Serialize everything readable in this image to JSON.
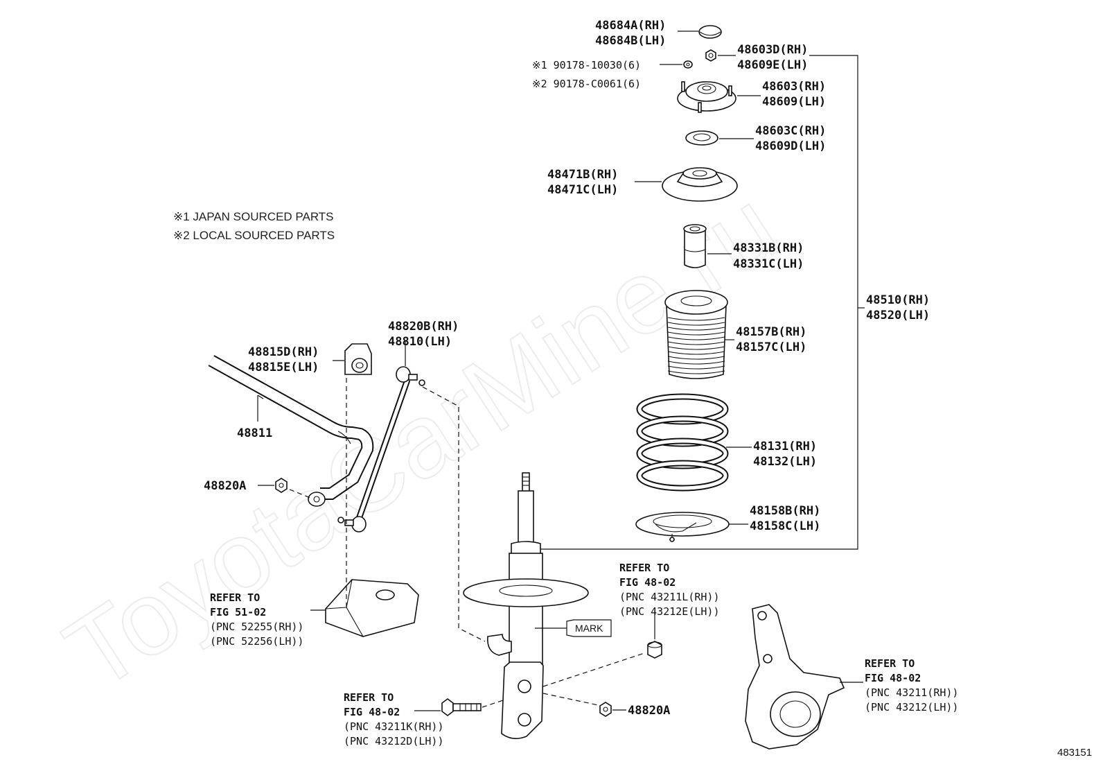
{
  "watermark": "ToyotaCarMine.ru",
  "figure_number": "483151",
  "notes": [
    "※1  JAPAN SOURCED PARTS",
    "※2  LOCAL SOURCED PARTS"
  ],
  "labels": {
    "p48684a": [
      "48684A(RH)",
      "48684B(LH)"
    ],
    "p48603d": [
      "48603D(RH)",
      "48609E(LH)"
    ],
    "p90178_1": "※1 90178-10030(6)",
    "p90178_2": "※2 90178-C0061(6)",
    "p48603": [
      "48603(RH)",
      "48609(LH)"
    ],
    "p48603c": [
      "48603C(RH)",
      "48609D(LH)"
    ],
    "p48471b": [
      "48471B(RH)",
      "48471C(LH)"
    ],
    "p48331b": [
      "48331B(RH)",
      "48331C(LH)"
    ],
    "p48510": [
      "48510(RH)",
      "48520(LH)"
    ],
    "p48157b": [
      "48157B(RH)",
      "48157C(LH)"
    ],
    "p48131": [
      "48131(RH)",
      "48132(LH)"
    ],
    "p48158b": [
      "48158B(RH)",
      "48158C(LH)"
    ],
    "p48820b": [
      "48820B(RH)",
      "48810(LH)"
    ],
    "p48815d": [
      "48815D(RH)",
      "48815E(LH)"
    ],
    "p48811": "48811",
    "p48820a_left": "48820A",
    "p48820a_bottom": "48820A",
    "mark": "MARK"
  },
  "references": {
    "fig51": [
      "REFER TO",
      "FIG 51-02",
      "(PNC 52255(RH))",
      "(PNC 52256(LH))"
    ],
    "fig48_mid": [
      "REFER TO",
      "FIG 48-02",
      "(PNC 43211L(RH))",
      "(PNC 43212E(LH))"
    ],
    "fig48_bolt": [
      "REFER TO",
      "FIG 48-02",
      "(PNC 43211K(RH))",
      "(PNC 43212D(LH))"
    ],
    "fig48_knuckle": [
      "REFER TO",
      "FIG 48-02",
      "(PNC 43211(RH))",
      "(PNC 43212(LH))"
    ]
  }
}
